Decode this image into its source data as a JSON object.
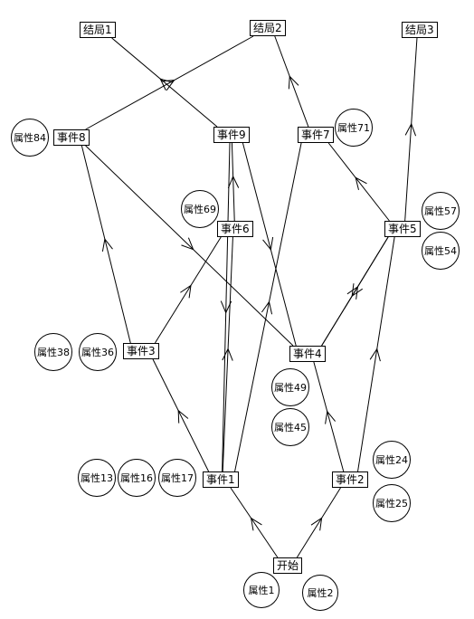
{
  "nodes": {
    "start": "开始",
    "e1": "事件1",
    "e2": "事件2",
    "e3": "事件3",
    "e4": "事件4",
    "e5": "事件5",
    "e6": "事件6",
    "e7": "事件7",
    "e8": "事件8",
    "e9": "事件9",
    "end1": "结局1",
    "end2": "结局2",
    "end3": "结局3"
  },
  "attributes": {
    "a1": "属性1",
    "a2": "属性2",
    "a13": "属性13",
    "a16": "属性16",
    "a17": "属性17",
    "a24": "属性24",
    "a25": "属性25",
    "a36": "属性36",
    "a38": "属性38",
    "a45": "属性45",
    "a49": "属性49",
    "a54": "属性54",
    "a57": "属性57",
    "a69": "属性69",
    "a71": "属性71",
    "a84": "属性84"
  },
  "edges": [
    {
      "from": "start",
      "to": "e1"
    },
    {
      "from": "start",
      "to": "e2"
    },
    {
      "from": "e1",
      "to": "e3"
    },
    {
      "from": "e1",
      "to": "e6"
    },
    {
      "from": "e1",
      "to": "e7"
    },
    {
      "from": "e9",
      "to": "e1"
    },
    {
      "from": "e2",
      "to": "e4"
    },
    {
      "from": "e2",
      "to": "e5"
    },
    {
      "from": "e3",
      "to": "e8"
    },
    {
      "from": "e3",
      "to": "e6"
    },
    {
      "from": "e8",
      "to": "e4"
    },
    {
      "from": "e4",
      "to": "e5"
    },
    {
      "from": "e5",
      "to": "e4"
    },
    {
      "from": "e9",
      "to": "e4"
    },
    {
      "from": "e6",
      "to": "e9"
    },
    {
      "from": "e5",
      "to": "e7"
    },
    {
      "from": "e5",
      "to": "end3"
    },
    {
      "from": "e8",
      "to": "end2"
    },
    {
      "from": "e9",
      "to": "end1"
    },
    {
      "from": "e7",
      "to": "end2"
    }
  ]
}
